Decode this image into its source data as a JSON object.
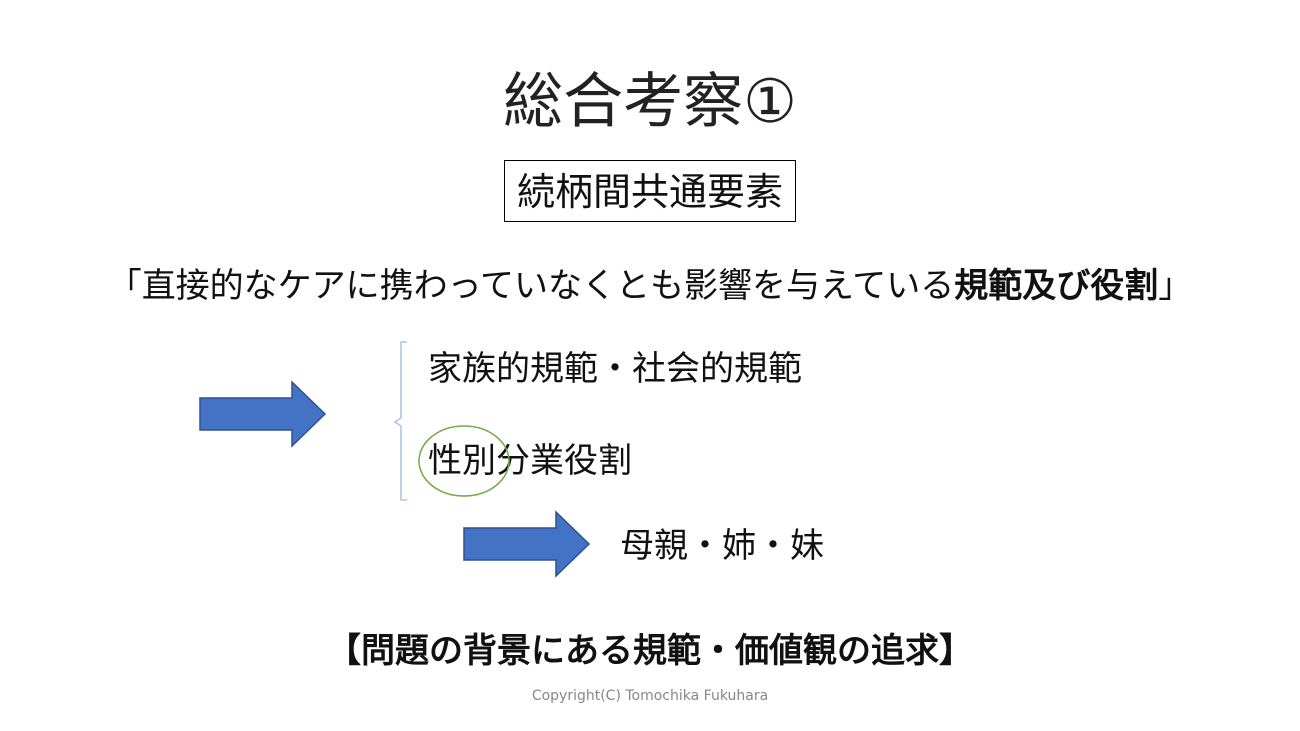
{
  "slide": {
    "title": "総合考察①",
    "boxed_heading": "続柄間共通要素",
    "quote": {
      "open_bracket": "「",
      "text_normal": "直接的なケアに携わっていなくとも影響を与えている",
      "text_bold": "規範及び役割",
      "close_bracket": "」"
    },
    "branches": [
      {
        "label": "家族的規範・社会的規範"
      },
      {
        "label_circled": "性別",
        "label_rest": "分業役割"
      }
    ],
    "result": "母親・姉・妹",
    "conclusion": "【問題の背景にある規範・価値観の追求】",
    "copyright": "Copyright(C) Tomochika Fukuhara"
  },
  "colors": {
    "arrow_fill": "#4472c4",
    "arrow_stroke": "#2f528f",
    "circle_stroke": "#70ad47",
    "brace_stroke": "#a9c4e4"
  },
  "icons": {
    "arrow": "right-arrow-icon",
    "circle": "highlight-circle",
    "brace": "left-brace-icon"
  }
}
